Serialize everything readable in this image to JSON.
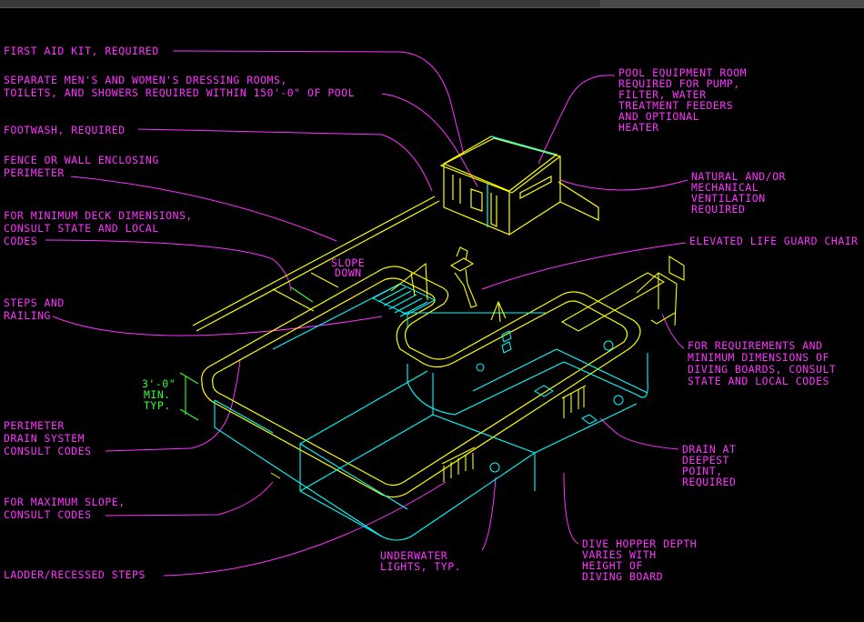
{
  "colors": {
    "background": "#000000",
    "callout": "#ff33ff",
    "structure": "#ffff00",
    "pool": "#00ffff",
    "dimension": "#33ff33",
    "leader_line": "#ff33ff"
  },
  "labels": {
    "first_aid": [
      "FIRST AID KIT, REQUIRED"
    ],
    "dressing_rooms": [
      "SEPARATE MEN'S AND WOMEN'S DRESSING ROOMS,",
      "TOILETS, AND SHOWERS REQUIRED WITHIN 150'-0\" OF POOL"
    ],
    "footwash": [
      "FOOTWASH, REQUIRED"
    ],
    "fence": [
      "FENCE OR WALL ENCLOSING",
      "PERIMETER"
    ],
    "deck": [
      "FOR MINIMUM DECK DIMENSIONS,",
      "CONSULT STATE AND LOCAL",
      "CODES"
    ],
    "steps": [
      "STEPS AND",
      "RAILING"
    ],
    "perimeter_drain": [
      "PERIMETER",
      "DRAIN SYSTEM",
      "CONSULT CODES"
    ],
    "max_slope": [
      "FOR MAXIMUM SLOPE,",
      "CONSULT CODES"
    ],
    "ladder": [
      "LADDER/RECESSED STEPS"
    ],
    "equipment_room": [
      "POOL EQUIPMENT ROOM",
      "REQUIRED FOR PUMP,",
      "FILTER, WATER",
      "TREATMENT FEEDERS",
      "AND OPTIONAL",
      "HEATER"
    ],
    "ventilation": [
      "NATURAL AND/OR",
      "MECHANICAL",
      "VENTILATION",
      "REQUIRED"
    ],
    "guard_chair": [
      "ELEVATED LIFE GUARD CHAIR"
    ],
    "diving_boards": [
      "FOR REQUIREMENTS AND",
      "MINIMUM DIMENSIONS OF",
      "DIVING BOARDS, CONSULT",
      "STATE AND LOCAL CODES"
    ],
    "drain": [
      "DRAIN AT",
      "DEEPEST",
      "POINT,",
      "REQUIRED"
    ],
    "dive_hopper": [
      "DIVE HOPPER DEPTH",
      "VARIES WITH",
      "HEIGHT OF",
      "DIVING BOARD"
    ],
    "underwater_lights": [
      "UNDERWATER",
      "LIGHTS, TYP."
    ],
    "slope_down": [
      "SLOPE",
      "DOWN"
    ],
    "min_height": [
      "3'-0\"",
      "MIN.",
      "TYP."
    ]
  }
}
